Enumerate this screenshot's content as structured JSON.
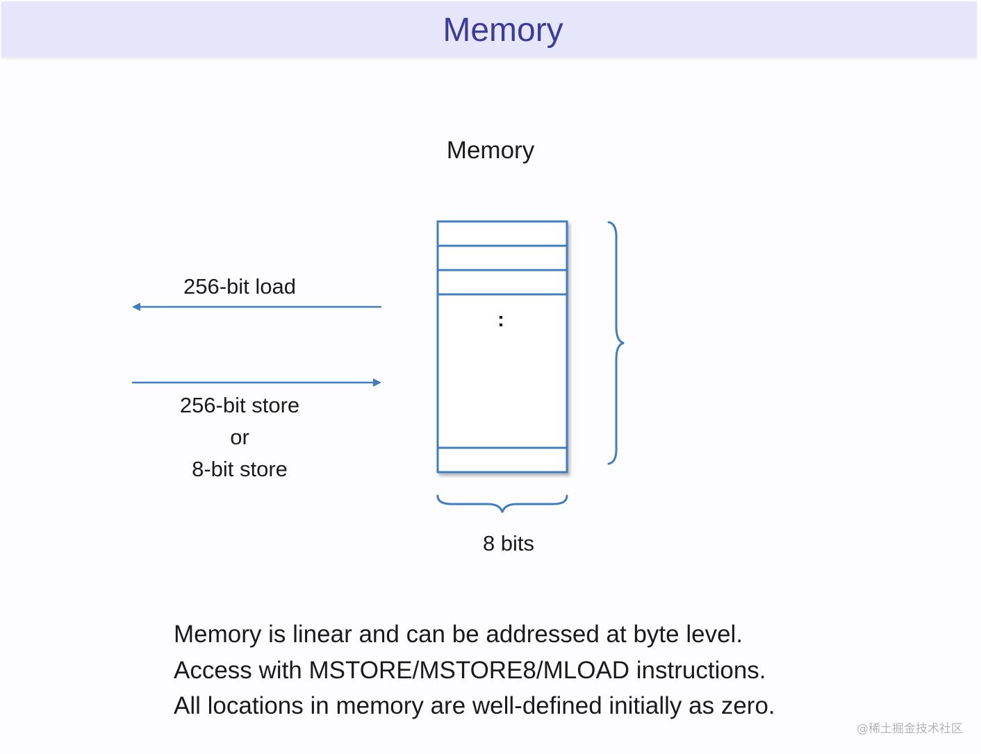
{
  "header": {
    "title": "Memory"
  },
  "diagram": {
    "memory_label": "Memory",
    "ellipsis": ":",
    "load_label": "256-bit load",
    "store_lines": [
      "256-bit store",
      "or",
      "8-bit store"
    ],
    "width_label": "8 bits"
  },
  "caption": {
    "lines": [
      "Memory is linear and can be addressed at byte level.",
      "Access with MSTORE/MSTORE8/MLOAD instructions.",
      "All locations in memory are well-defined initially as zero."
    ]
  },
  "watermark": "@稀土掘金技术社区",
  "colors": {
    "header_bg": "#e6e6fa",
    "header_text": "#3b3b9c",
    "diagram_blue": "#3f7cc0",
    "text": "#1a1a1a"
  }
}
